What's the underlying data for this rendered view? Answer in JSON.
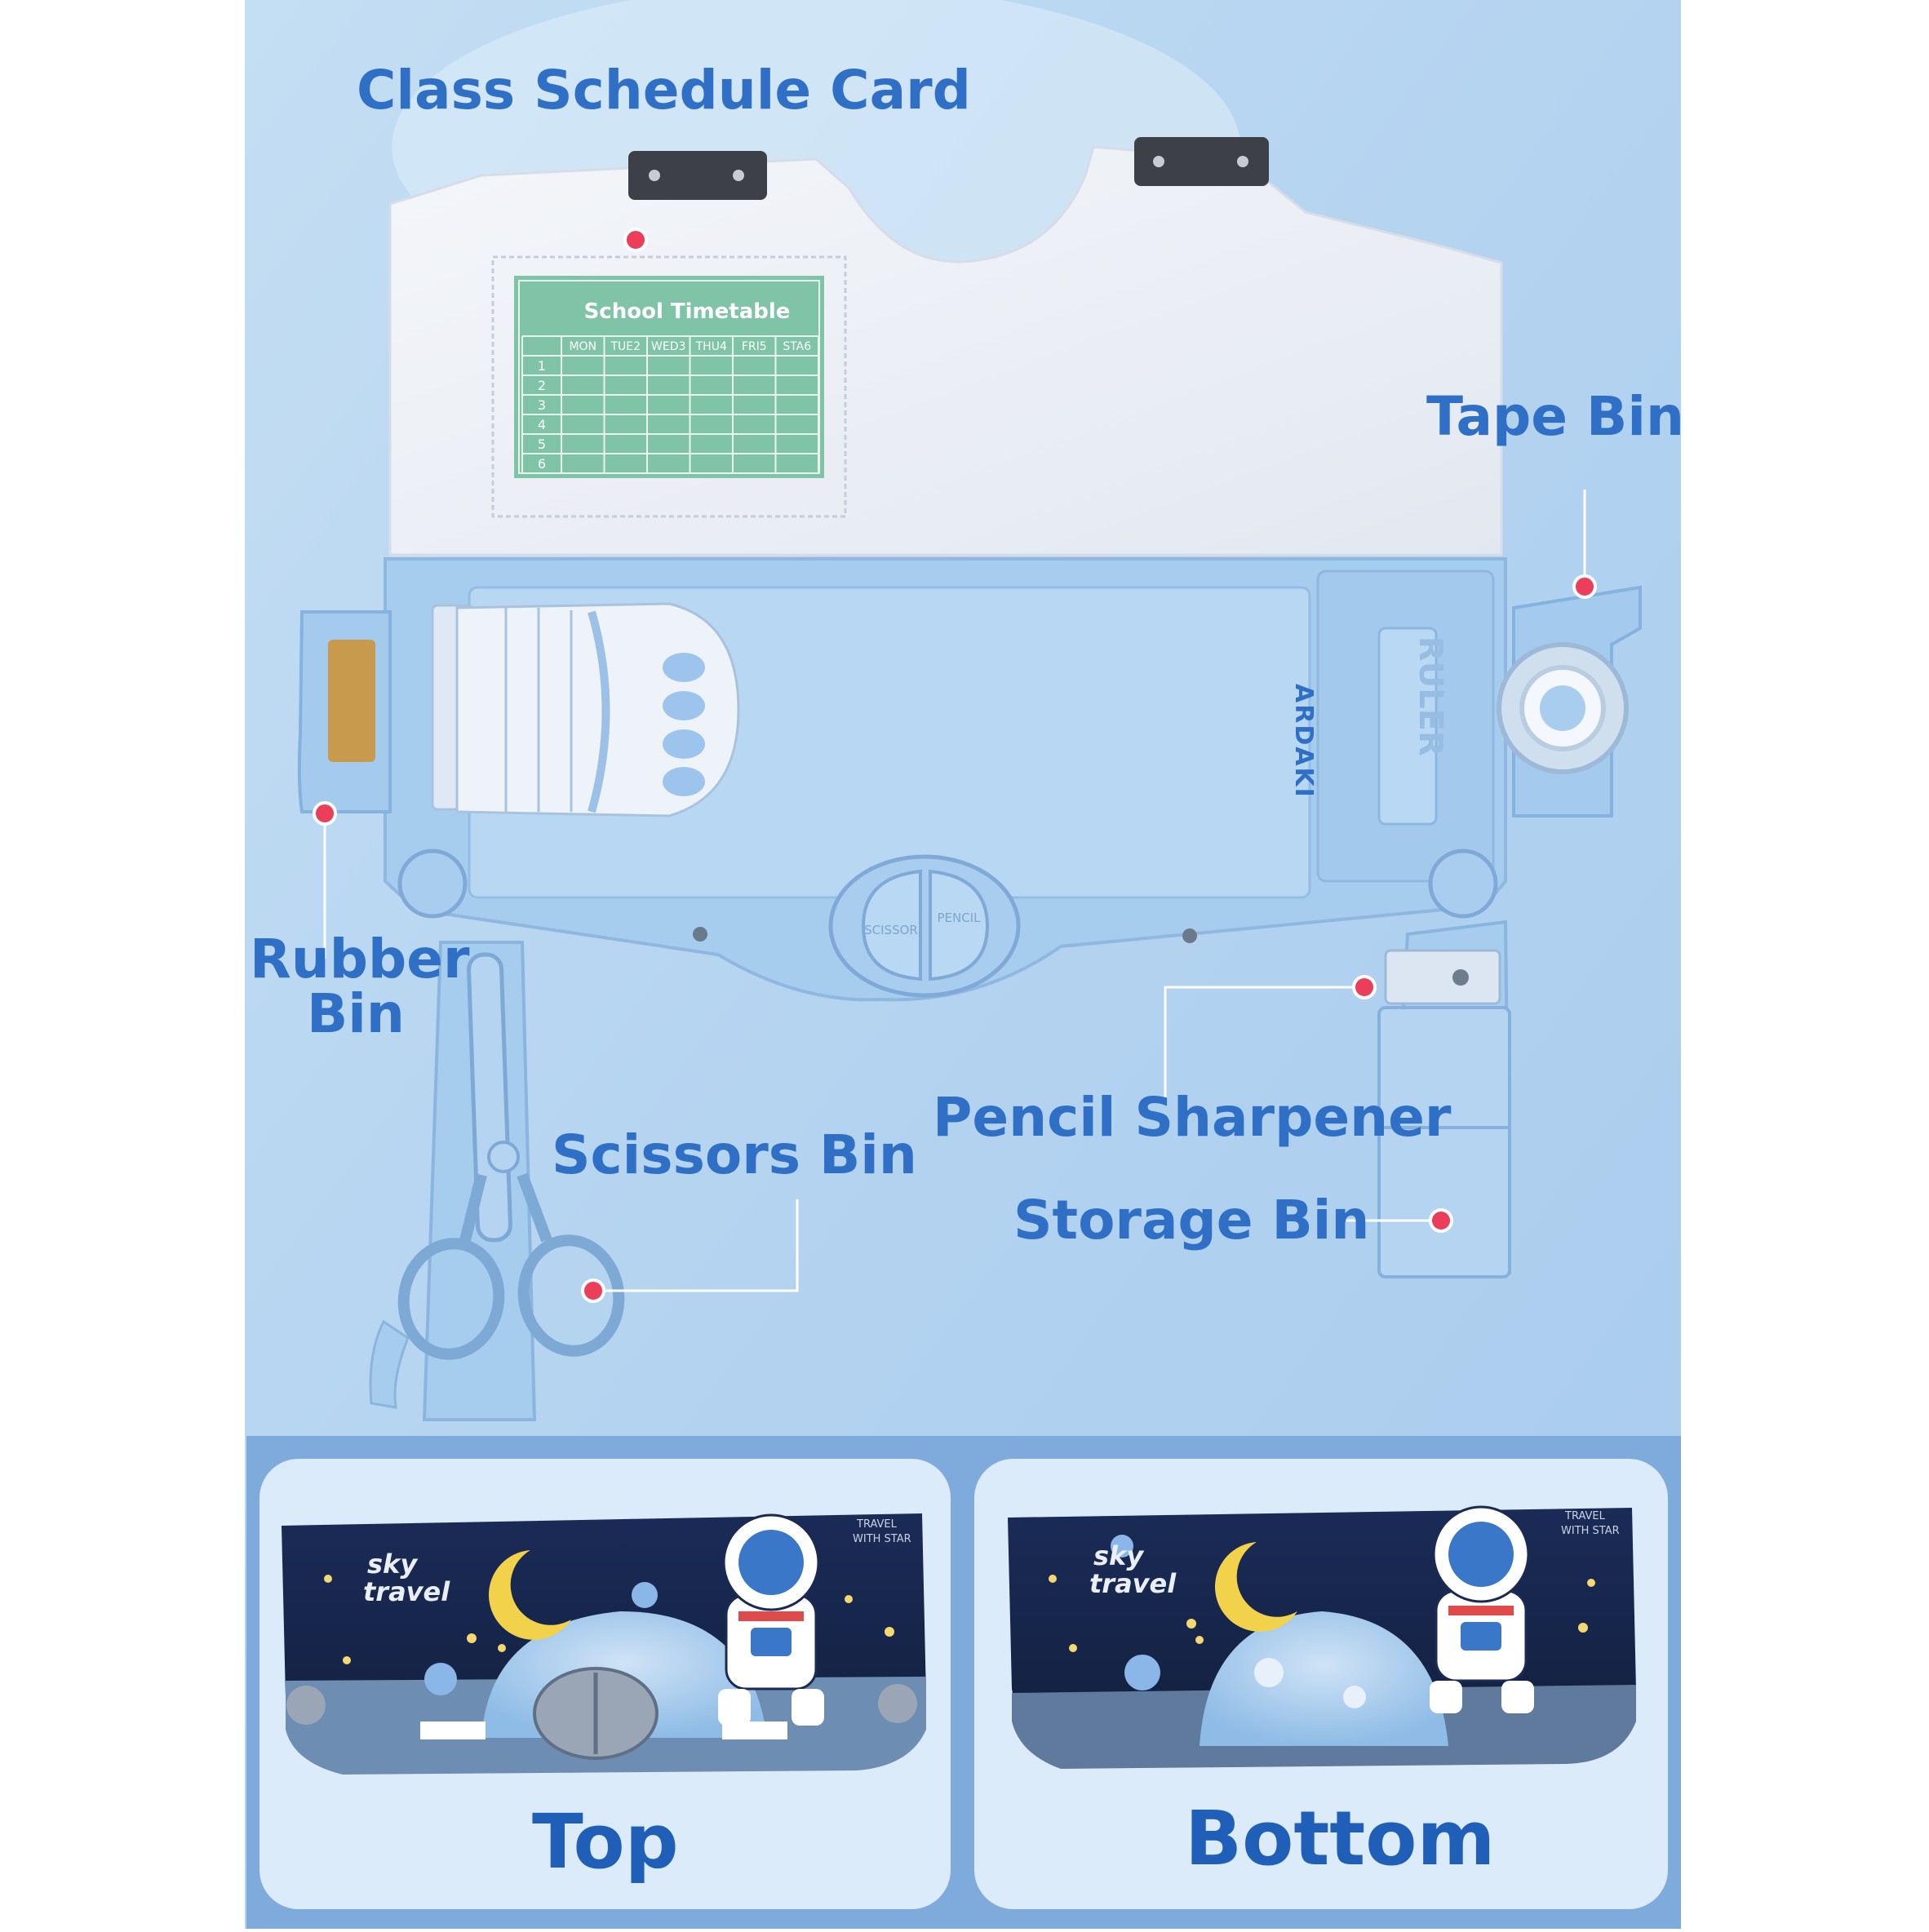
{
  "labels": {
    "class_schedule_card": "Class Schedule Card",
    "tape_bin": "Tape Bin",
    "rubber_bin_line1": "Rubber",
    "rubber_bin_line2": "Bin",
    "scissors_bin": "Scissors Bin",
    "pencil_sharpener": "Pencil Sharpener",
    "storage_bin": "Storage Bin",
    "top": "Top",
    "bottom": "Bottom"
  },
  "timetable": {
    "title": "School Timetable",
    "days": [
      "MON",
      "TUE2",
      "WED3",
      "THU4",
      "FRI5",
      "STA6"
    ],
    "rows": [
      "1",
      "2",
      "3",
      "4",
      "5",
      "6"
    ]
  },
  "case_text": {
    "brand": "ARDAKI",
    "ruler": "RULER",
    "scissor_button": "SCISSOR",
    "pencil_button": "PENCIL",
    "cover_title_line1": "sky",
    "cover_title_line2": "travel",
    "cover_tagline_line1": "TRAVEL",
    "cover_tagline_line2": "WITH STAR"
  },
  "colors": {
    "label_blue": "#2f6fc6",
    "marker_red": "#ec3d5a",
    "background_blue": "#b3d3f0",
    "case_blue": "#a8cdee",
    "cover_navy": "#1b2a55"
  }
}
